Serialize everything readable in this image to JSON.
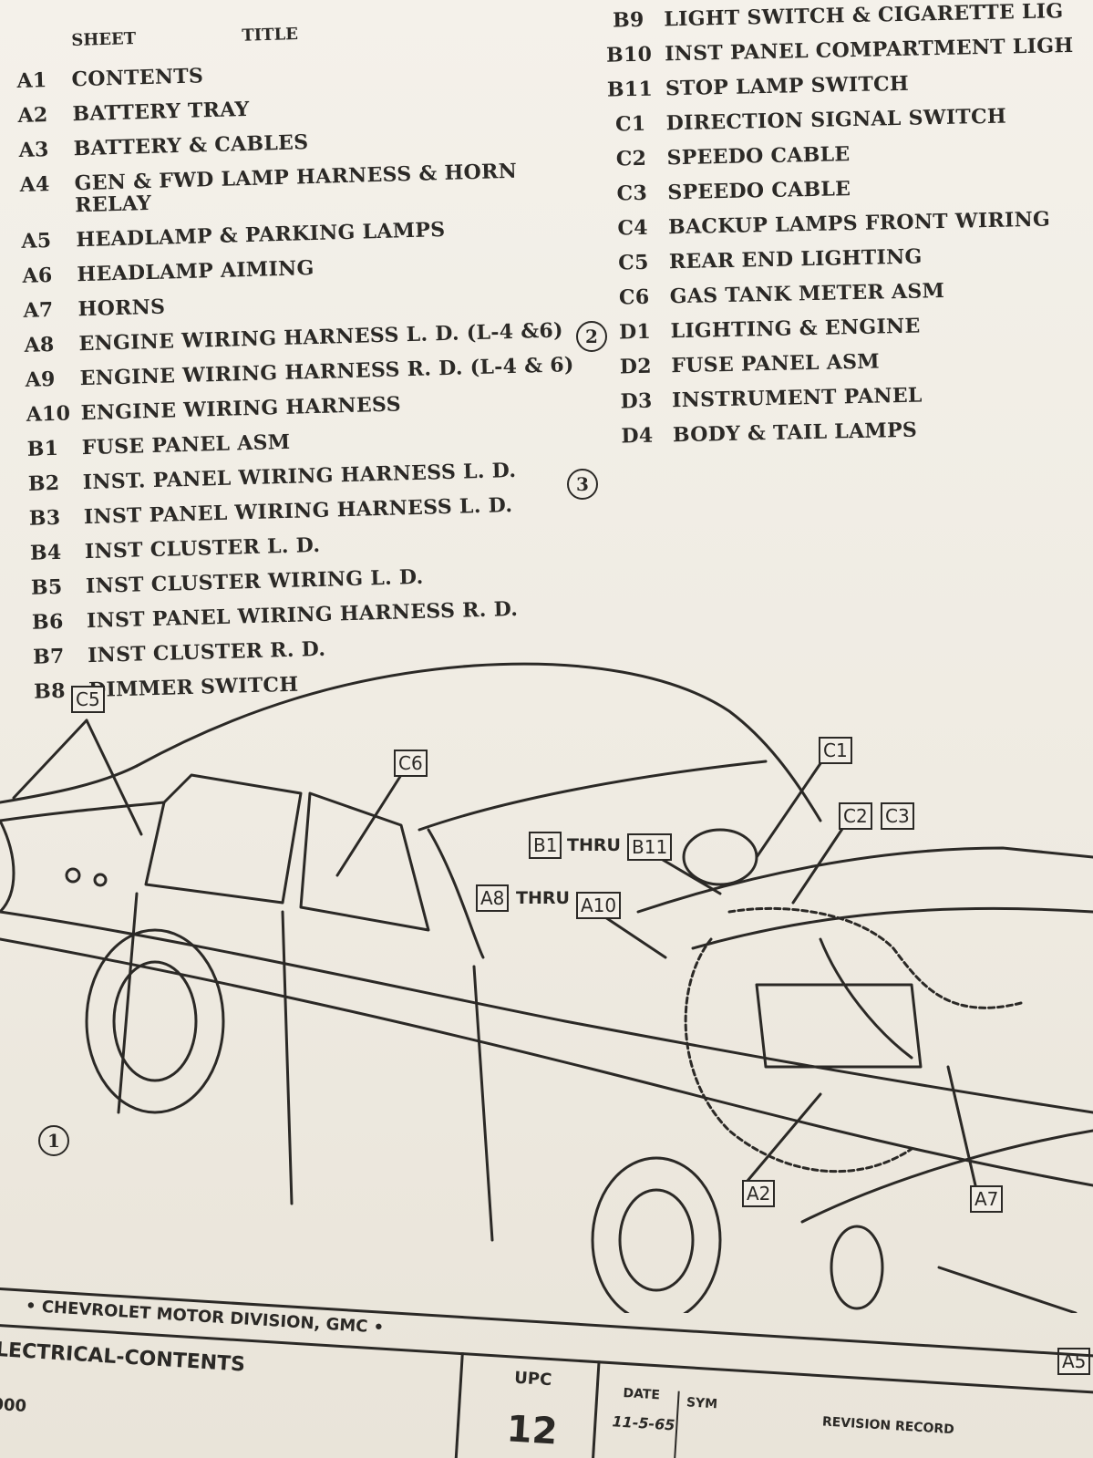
{
  "header": {
    "sheet_label": "SHEET",
    "title_label": "TITLE"
  },
  "left_list": [
    {
      "code": "A1",
      "title": "CONTENTS"
    },
    {
      "code": "A2",
      "title": "BATTERY TRAY"
    },
    {
      "code": "A3",
      "title": "BATTERY & CABLES"
    },
    {
      "code": "A4",
      "title": "GEN & FWD LAMP HARNESS & HORN\nRELAY"
    },
    {
      "code": "A5",
      "title": "HEADLAMP & PARKING LAMPS"
    },
    {
      "code": "A6",
      "title": "HEADLAMP AIMING"
    },
    {
      "code": "A7",
      "title": "HORNS"
    },
    {
      "code": "A8",
      "title": "ENGINE WIRING HARNESS L. D.  (L-4 &6)"
    },
    {
      "code": "A9",
      "title": "ENGINE WIRING HARNESS R. D.  (L-4 & 6)"
    },
    {
      "code": "A10",
      "title": "ENGINE WIRING HARNESS"
    },
    {
      "code": "B1",
      "title": "FUSE PANEL ASM"
    },
    {
      "code": "B2",
      "title": "INST. PANEL WIRING HARNESS L. D."
    },
    {
      "code": "B3",
      "title": "INST PANEL WIRING HARNESS L. D."
    },
    {
      "code": "B4",
      "title": "INST CLUSTER L. D."
    },
    {
      "code": "B5",
      "title": "INST CLUSTER WIRING L. D."
    },
    {
      "code": "B6",
      "title": "INST PANEL WIRING HARNESS R. D."
    },
    {
      "code": "B7",
      "title": "INST CLUSTER R. D."
    },
    {
      "code": "B8",
      "title": "DIMMER SWITCH"
    }
  ],
  "right_list": [
    {
      "code": "B9",
      "title": "LIGHT SWITCH & CIGARETTE LIG"
    },
    {
      "code": "B10",
      "title": "INST PANEL COMPARTMENT LIGH"
    },
    {
      "code": "B11",
      "title": "STOP LAMP SWITCH"
    },
    {
      "code": "C1",
      "title": "DIRECTION SIGNAL SWITCH"
    },
    {
      "code": "C2",
      "title": "SPEEDO CABLE"
    },
    {
      "code": "C3",
      "title": "SPEEDO CABLE"
    },
    {
      "code": "C4",
      "title": "BACKUP LAMPS FRONT WIRING"
    },
    {
      "code": "C5",
      "title": "REAR END LIGHTING"
    },
    {
      "code": "C6",
      "title": "GAS TANK METER ASM"
    },
    {
      "code": "D1",
      "title": "LIGHTING & ENGINE"
    },
    {
      "code": "D2",
      "title": "FUSE PANEL ASM"
    },
    {
      "code": "D3",
      "title": "INSTRUMENT PANEL"
    },
    {
      "code": "D4",
      "title": "BODY & TAIL LAMPS"
    }
  ],
  "markers": {
    "one": "1",
    "two": "2",
    "three": "3"
  },
  "callouts": {
    "c5": "C5",
    "c6": "C6",
    "c1": "C1",
    "c2": "C2",
    "c3": "C3",
    "b1": "B1",
    "b11": "B11",
    "a8": "A8",
    "a10": "A10",
    "a2": "A2",
    "a7": "A7",
    "a5": "A5",
    "thru": "THRU"
  },
  "footer": {
    "company": "• CHEVROLET MOTOR DIVISION, GMC •",
    "sheet_title": "LECTRICAL-CONTENTS",
    "number": "000",
    "upc_label": "UPC",
    "upc_value": "12",
    "date_label": "DATE",
    "date_value": "11-5-65",
    "sym_label": "SYM",
    "revision_label": "REVISION RECORD"
  }
}
